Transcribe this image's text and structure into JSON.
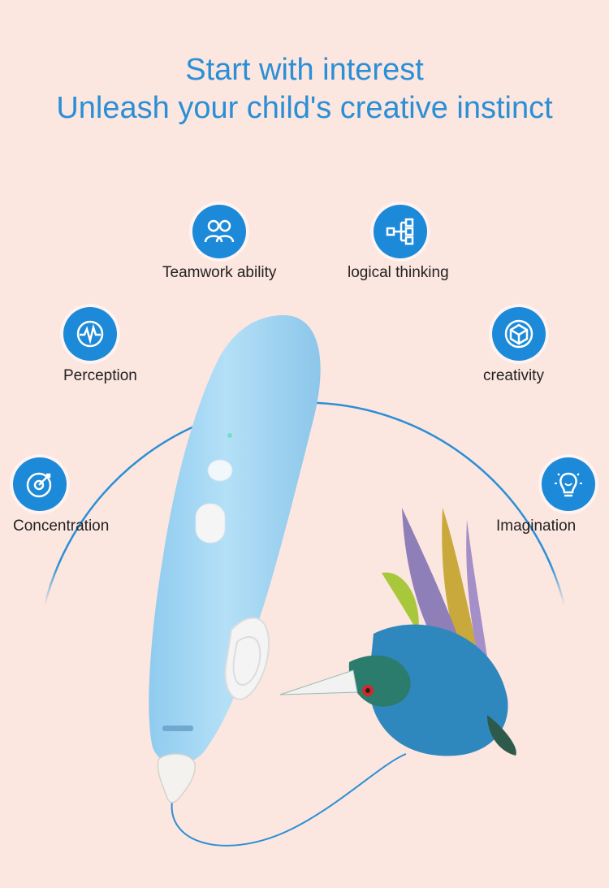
{
  "headline": {
    "line1": "Start with interest",
    "line2": "Unleash your child's creative instinct"
  },
  "skills": [
    {
      "label": "Teamwork ability",
      "icon": "people-icon"
    },
    {
      "label": "logical thinking",
      "icon": "hierarchy-icon"
    },
    {
      "label": "Perception",
      "icon": "pulse-icon"
    },
    {
      "label": "creativity",
      "icon": "cube-icon"
    },
    {
      "label": "Concentration",
      "icon": "target-icon"
    },
    {
      "label": "Imagination",
      "icon": "lightbulb-icon"
    }
  ],
  "colors": {
    "background": "#fce6e0",
    "accent": "#2a8fd6",
    "badge": "#1c8ad8",
    "pen_body": "#a9d8f2"
  }
}
